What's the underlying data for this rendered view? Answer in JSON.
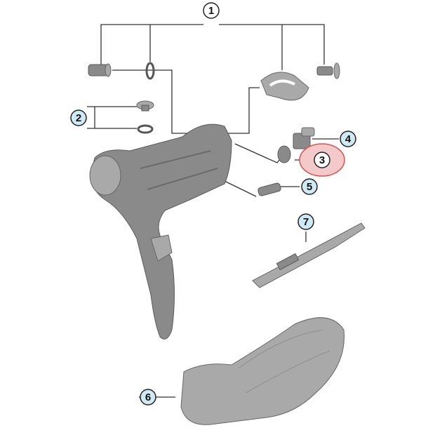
{
  "diagram": {
    "callouts": [
      {
        "id": "1",
        "label": "1",
        "highlighted": false
      },
      {
        "id": "2",
        "label": "2",
        "highlighted": false
      },
      {
        "id": "3",
        "label": "3",
        "highlighted": true
      },
      {
        "id": "4",
        "label": "4",
        "highlighted": false
      },
      {
        "id": "5",
        "label": "5",
        "highlighted": false
      },
      {
        "id": "6",
        "label": "6",
        "highlighted": false
      },
      {
        "id": "7",
        "label": "7",
        "highlighted": false
      }
    ],
    "colors": {
      "callout_fill": "#cfe9f5",
      "highlight_fill": "#f4c9c9",
      "highlight_stroke": "#d9534f",
      "part": "#8a8a8a"
    }
  }
}
